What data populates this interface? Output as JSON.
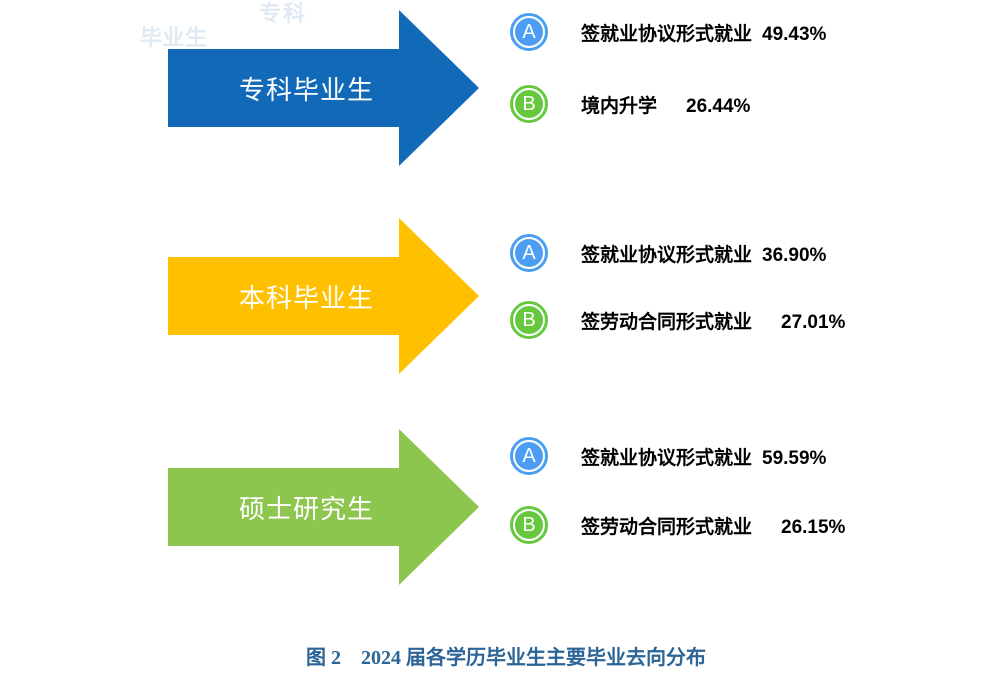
{
  "figure": {
    "caption": {
      "text": "图 2　2024 届各学历毕业生主要毕业去向分布",
      "color": "#2B6496"
    },
    "ghost_text": [
      {
        "text": "专科"
      },
      {
        "text": "毕业生"
      }
    ],
    "colors": {
      "arrow_blue": "#1169B8",
      "arrow_gold": "#FFC000",
      "arrow_green": "#8DC64F",
      "badge_a_blue": "#4B9EF2",
      "badge_b_green": "#66C83E",
      "caption_blue": "#2B6496"
    },
    "groups": [
      {
        "arrow_label": "专科毕业生",
        "arrow_color": "#1169B8",
        "rows": [
          {
            "badge_letter": "A",
            "badge_color": "#4B9EF2",
            "label": "签就业协议形式就业",
            "value": "49.43%"
          },
          {
            "badge_letter": "B",
            "badge_color": "#66C83E",
            "label": "境内升学",
            "value": "26.44%"
          }
        ]
      },
      {
        "arrow_label": "本科毕业生",
        "arrow_color": "#FFC000",
        "rows": [
          {
            "badge_letter": "A",
            "badge_color": "#4B9EF2",
            "label": "签就业协议形式就业",
            "value": "36.90%"
          },
          {
            "badge_letter": "B",
            "badge_color": "#66C83E",
            "label": "签劳动合同形式就业",
            "value": "27.01%"
          }
        ]
      },
      {
        "arrow_label": "硕士研究生",
        "arrow_color": "#8DC64F",
        "rows": [
          {
            "badge_letter": "A",
            "badge_color": "#4B9EF2",
            "label": "签就业协议形式就业",
            "value": "59.59%"
          },
          {
            "badge_letter": "B",
            "badge_color": "#66C83E",
            "label": "签劳动合同形式就业",
            "value": "26.15%"
          }
        ]
      }
    ]
  }
}
